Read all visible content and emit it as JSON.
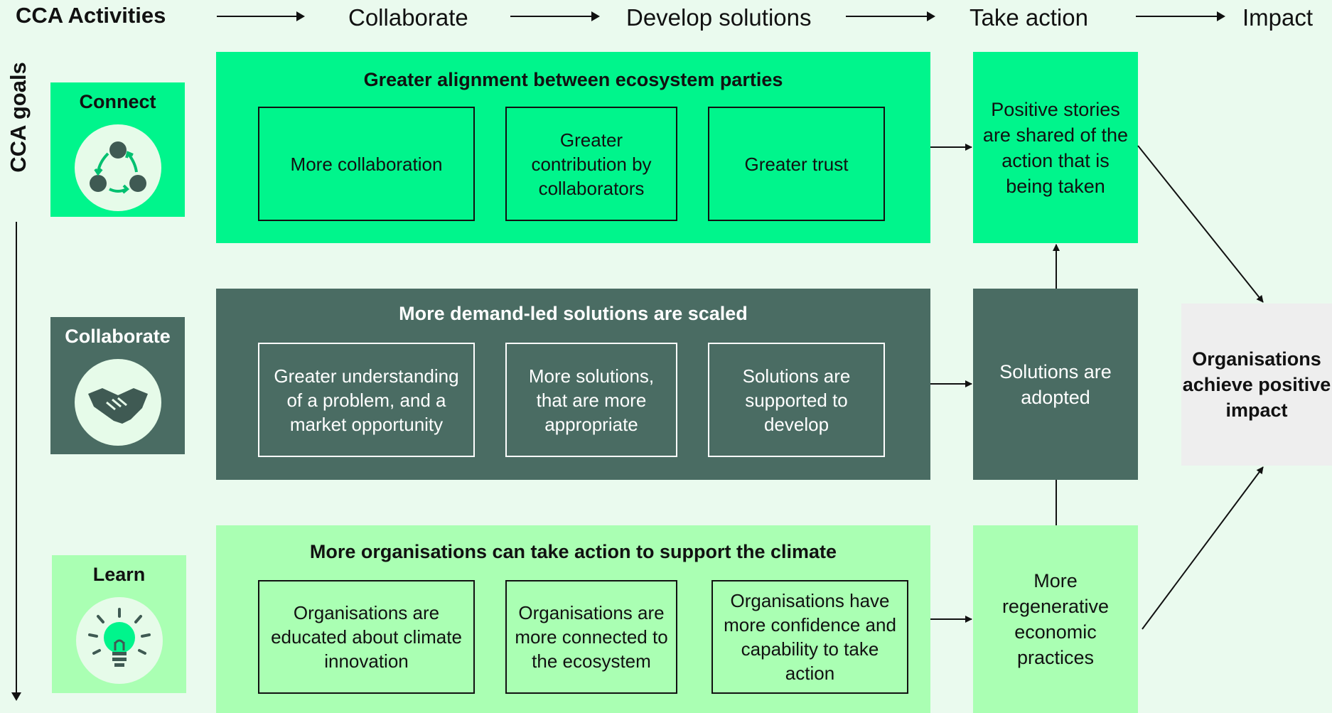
{
  "header": {
    "title": "CCA Activities",
    "steps": [
      "Collaborate",
      "Develop solutions",
      "Take action",
      "Impact"
    ]
  },
  "side_label": "CCA goals",
  "goals": [
    {
      "label": "Connect",
      "icon": "connect-cycle-icon"
    },
    {
      "label": "Collaborate",
      "icon": "handshake-icon"
    },
    {
      "label": "Learn",
      "icon": "lightbulb-icon"
    }
  ],
  "bands": [
    {
      "title": "Greater alignment between ecosystem parties",
      "items": [
        "More collaboration",
        "Greater contribution by collaborators",
        "Greater trust"
      ]
    },
    {
      "title": "More demand-led solutions are scaled",
      "items": [
        "Greater understanding of a problem, and a market opportunity",
        "More solutions, that are more appropriate",
        "Solutions are supported to develop"
      ]
    },
    {
      "title": "More organisations can take action to support the climate",
      "items": [
        "Organisations are educated about climate innovation",
        "Organisations are more connected to the ecosystem",
        "Organisations have more confidence and capability to take action"
      ]
    }
  ],
  "outcomes": [
    "Positive stories are shared of the action that is being taken",
    "Solutions are adopted",
    "More regenerative economic practices"
  ],
  "impact": "Organisations achieve positive impact",
  "colors": {
    "background": "#eafaee",
    "bright_green": "#00f58c",
    "dark_green": "#4a6c63",
    "light_green": "#aaffb3",
    "impact_grey": "#eeeeee"
  }
}
